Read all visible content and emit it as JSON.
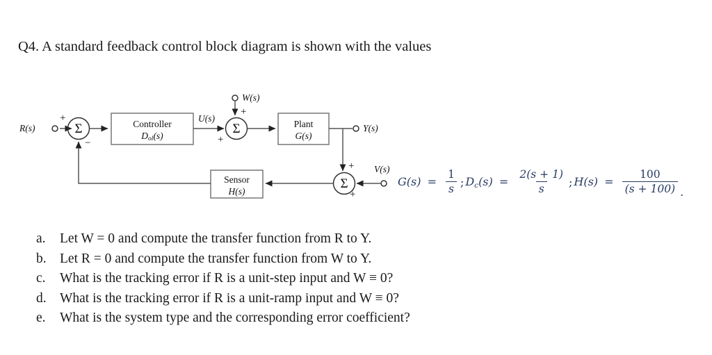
{
  "question": {
    "title": "Q4. A standard feedback control block diagram is shown with the values"
  },
  "diagram": {
    "signals": {
      "input_r": "R(s)",
      "controller_output_u": "U(s)",
      "disturbance_w": "W(s)",
      "output_y": "Y(s)",
      "noise_v": "V(s)"
    },
    "blocks": {
      "controller": {
        "title": "Controller",
        "transfer": "D",
        "subscript": "ol",
        "arg": "(s)"
      },
      "plant": {
        "title": "Plant",
        "transfer": "G(s)"
      },
      "sensor": {
        "title": "Sensor",
        "transfer": "H(s)"
      }
    },
    "summing_junctions": [
      {
        "name": "error-junction",
        "glyph": "Σ",
        "signs": [
          "+",
          "−"
        ]
      },
      {
        "name": "disturbance-junction",
        "glyph": "Σ",
        "signs": [
          "+",
          "+"
        ]
      },
      {
        "name": "noise-junction",
        "glyph": "Σ",
        "signs": [
          "+",
          "+"
        ]
      }
    ],
    "line_color": "#555555"
  },
  "formulas": {
    "g": {
      "lhs": "G",
      "arg": "(s)",
      "eq": "=",
      "num": "1",
      "den": "s"
    },
    "dc": {
      "lhs": "D",
      "sub": "c",
      "arg": "(s)",
      "eq": "=",
      "num": "2(s + 1)",
      "den": "s"
    },
    "h": {
      "lhs": "H",
      "arg": "(s)",
      "eq": "=",
      "num": "100",
      "den": "(s + 100)"
    },
    "separator": ";",
    "terminator": "."
  },
  "questions": [
    {
      "marker": "a.",
      "text": "Let W = 0 and compute the transfer function from R to Y."
    },
    {
      "marker": "b.",
      "text": "Let R = 0 and compute the transfer function from W to Y."
    },
    {
      "marker": "c.",
      "text": "What is the tracking error if R is a unit-step input and W ≡ 0?"
    },
    {
      "marker": "d.",
      "text": "What is the tracking error if R is a unit-ramp input and W ≡ 0?"
    },
    {
      "marker": "e.",
      "text": "What is the system type and the corresponding error coefficient?"
    }
  ]
}
